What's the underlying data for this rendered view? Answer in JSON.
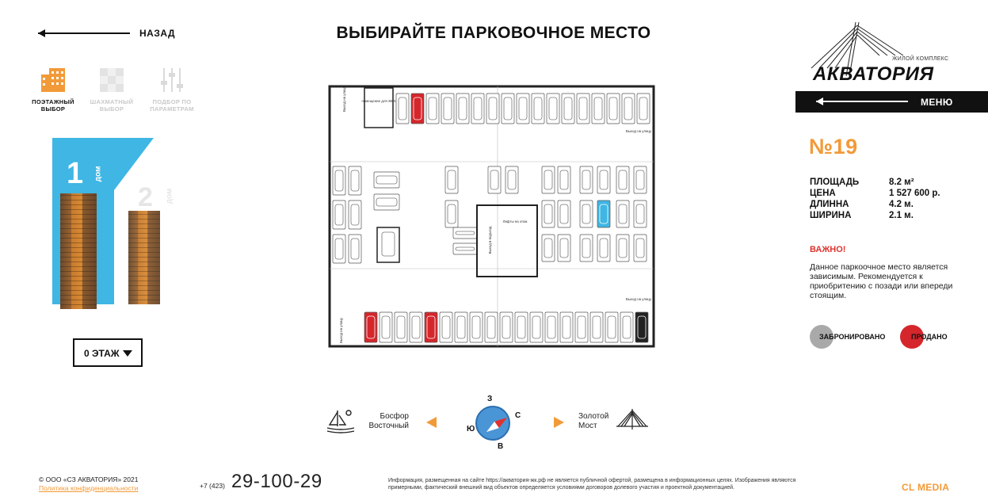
{
  "nav": {
    "back_label": "НАЗАД"
  },
  "view_modes": [
    {
      "label": "ПОЭТАЖНЫЙ ВЫБОР",
      "active": true,
      "icon": "building-icon"
    },
    {
      "label": "ШАХМАТНЫЙ ВЫБОР",
      "active": false,
      "icon": "chess-grid-icon"
    },
    {
      "label": "ПОДБОР ПО ПАРАМЕТРАМ",
      "active": false,
      "icon": "sliders-icon"
    }
  ],
  "buildings": [
    {
      "number": "1",
      "sub": "дом",
      "active": true
    },
    {
      "number": "2",
      "sub": "дом",
      "active": false
    }
  ],
  "floor_select": {
    "value": "0 ЭТАЖ"
  },
  "title": "ВЫБИРАЙТЕ ПАРКОВОЧНОЕ МЕСТО",
  "plan": {
    "labels": {
      "exit": "Выход на улицу",
      "room": "помещение для ЖКХ",
      "lifts": "Лифты на этаж",
      "stairs": "Выход в подъезд"
    },
    "colors": {
      "free": "#ffffff",
      "sold": "#d5262c",
      "reserved": "#a9a9a9",
      "selected": "#3fb6e4",
      "dark": "#222222"
    }
  },
  "compass": {
    "left_place": "Босфор Восточный",
    "right_place": "Золотой Мост",
    "north": "З",
    "east": "С",
    "south": "В",
    "west": "Ю"
  },
  "logo": {
    "small": "ЖИЛОЙ КОМПЛЕКС",
    "big": "АКВАТОРИЯ"
  },
  "menu": {
    "label": "МЕНЮ"
  },
  "spot": {
    "number": "№19",
    "area_label": "ПЛОЩАДЬ",
    "area_value": "8.2 м²",
    "price_label": "ЦЕНА",
    "price_value": "1 527 600 р.",
    "length_label": "ДЛИННА",
    "length_value": "4.2 м.",
    "width_label": "ШИРИНА",
    "width_value": "2.1 м."
  },
  "important": {
    "title": "ВАЖНО!",
    "text": "Данное паркоочное место является зависимым. Рекомендуется к приобритению с позади или впереди стоящим."
  },
  "legend": {
    "reserved": "ЗАБРОНИРОВАНО",
    "sold": "ПРОДАНО"
  },
  "footer": {
    "copyright": "© ООО «СЗ АКВАТОРИЯ» 2021",
    "privacy": "Политика конфиденциальности",
    "phone_code": "+7 (423)",
    "phone": "29-100-29",
    "disclaimer": "Информация, размещенная на сайте https://акватория-жк.рф не является публичной офертой, размещена в информационных целях. Изображения являются примерными, фактический внешний вид объектов определяется условиями договоров долевого участия и проектной документацией.",
    "brand": "CL MEDIA"
  }
}
